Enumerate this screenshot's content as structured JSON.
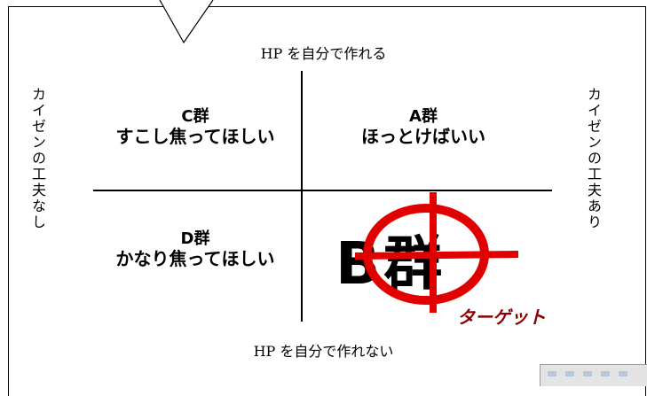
{
  "axes": {
    "top": "HP を自分で作れる",
    "bottom": "HP を自分で作れない",
    "left": "カイゼンの工夫なし",
    "right": "カイゼンの工夫あり"
  },
  "quadrants": {
    "c": {
      "name": "C群",
      "desc": "すこし焦ってほしい"
    },
    "a": {
      "name": "A群",
      "desc": "ほっとけばいい"
    },
    "d": {
      "name": "D群",
      "desc": "かなり焦ってほしい"
    },
    "b": {
      "name": "B群"
    }
  },
  "target_label": "ターゲット",
  "colors": {
    "target": "#e00000",
    "target_label": "#8b0000"
  }
}
